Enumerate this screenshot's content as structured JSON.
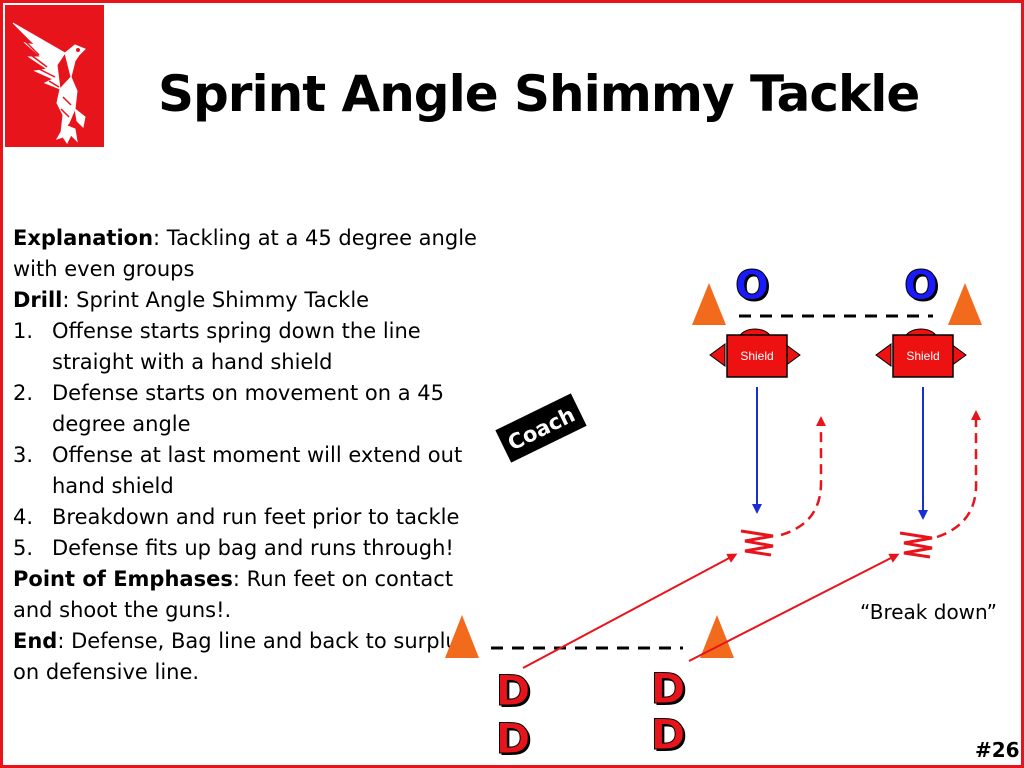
{
  "slide": {
    "title": "Sprint Angle Shimmy Tackle",
    "slide_number": "#26",
    "accent_color": "#e8141c"
  },
  "logo": {
    "icon": "hawk-mascot-icon"
  },
  "text": {
    "explanation_label": "Explanation",
    "explanation_value": ": Tackling at a 45 degree angle with even groups",
    "drill_label": "Drill",
    "drill_value": ": Sprint Angle Shimmy Tackle",
    "steps": [
      {
        "num": "1.",
        "text": "Offense starts spring down the line straight with a hand shield"
      },
      {
        "num": "2.",
        "text": "Defense starts on movement on a 45 degree angle"
      },
      {
        "num": "3.",
        "text": "Offense at last moment will extend out hand shield"
      },
      {
        "num": "4.",
        "text": "Breakdown and run feet prior to tackle"
      },
      {
        "num": "5.",
        "text": "Defense fits up bag and runs through!"
      }
    ],
    "emphasis_label": "Point of Emphases",
    "emphasis_value": ": Run feet on contact and shoot the guns!.",
    "end_label": "End",
    "end_value": ": Defense, Bag line and back to surplus on defensive line."
  },
  "diagram": {
    "offense_label": "O",
    "defense_label": "D",
    "shield_label": "Shield",
    "coach_label": "Coach",
    "breakdown_label": "“Break down”",
    "colors": {
      "cone": "#f26b1d",
      "offense": "#1a1aff",
      "defense": "#e8141c",
      "shield": "#ee1111",
      "blue_arrow": "#1a2fd0",
      "red_arrow": "#e8141c"
    }
  }
}
